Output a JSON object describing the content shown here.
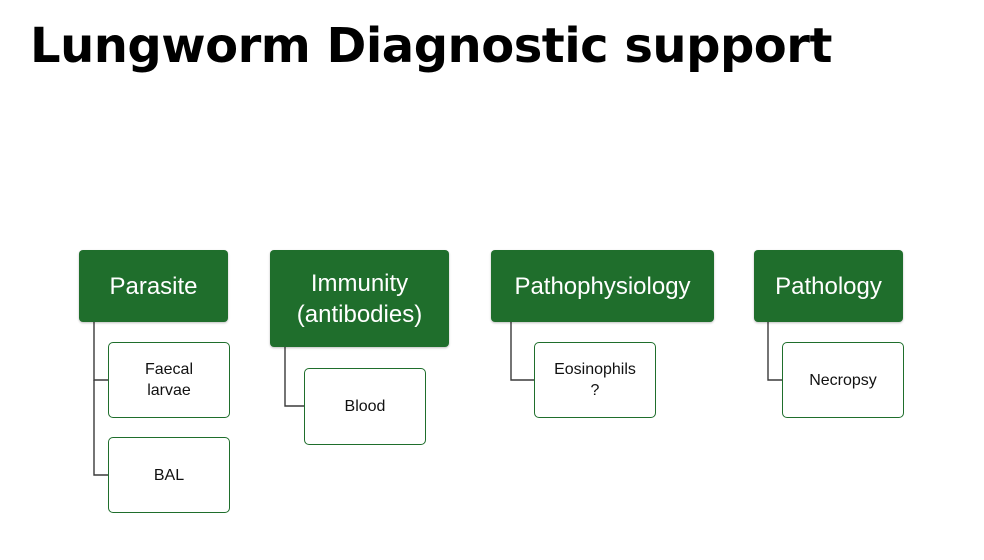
{
  "title": "Lungworm Diagnostic support",
  "colors": {
    "primary_fill": "#1f6e2c",
    "sub_border": "#1f6e2c",
    "connector": "#3a3a3a"
  },
  "categories": [
    {
      "label": "Parasite",
      "children": [
        {
          "label": "Faecal\nlarvae"
        },
        {
          "label": "BAL"
        }
      ]
    },
    {
      "label": "Immunity\n(antibodies)",
      "children": [
        {
          "label": "Blood"
        }
      ]
    },
    {
      "label": "Pathophysiology",
      "children": [
        {
          "label": "Eosinophils\n?"
        }
      ]
    },
    {
      "label": "Pathology",
      "children": [
        {
          "label": "Necropsy"
        }
      ]
    }
  ]
}
